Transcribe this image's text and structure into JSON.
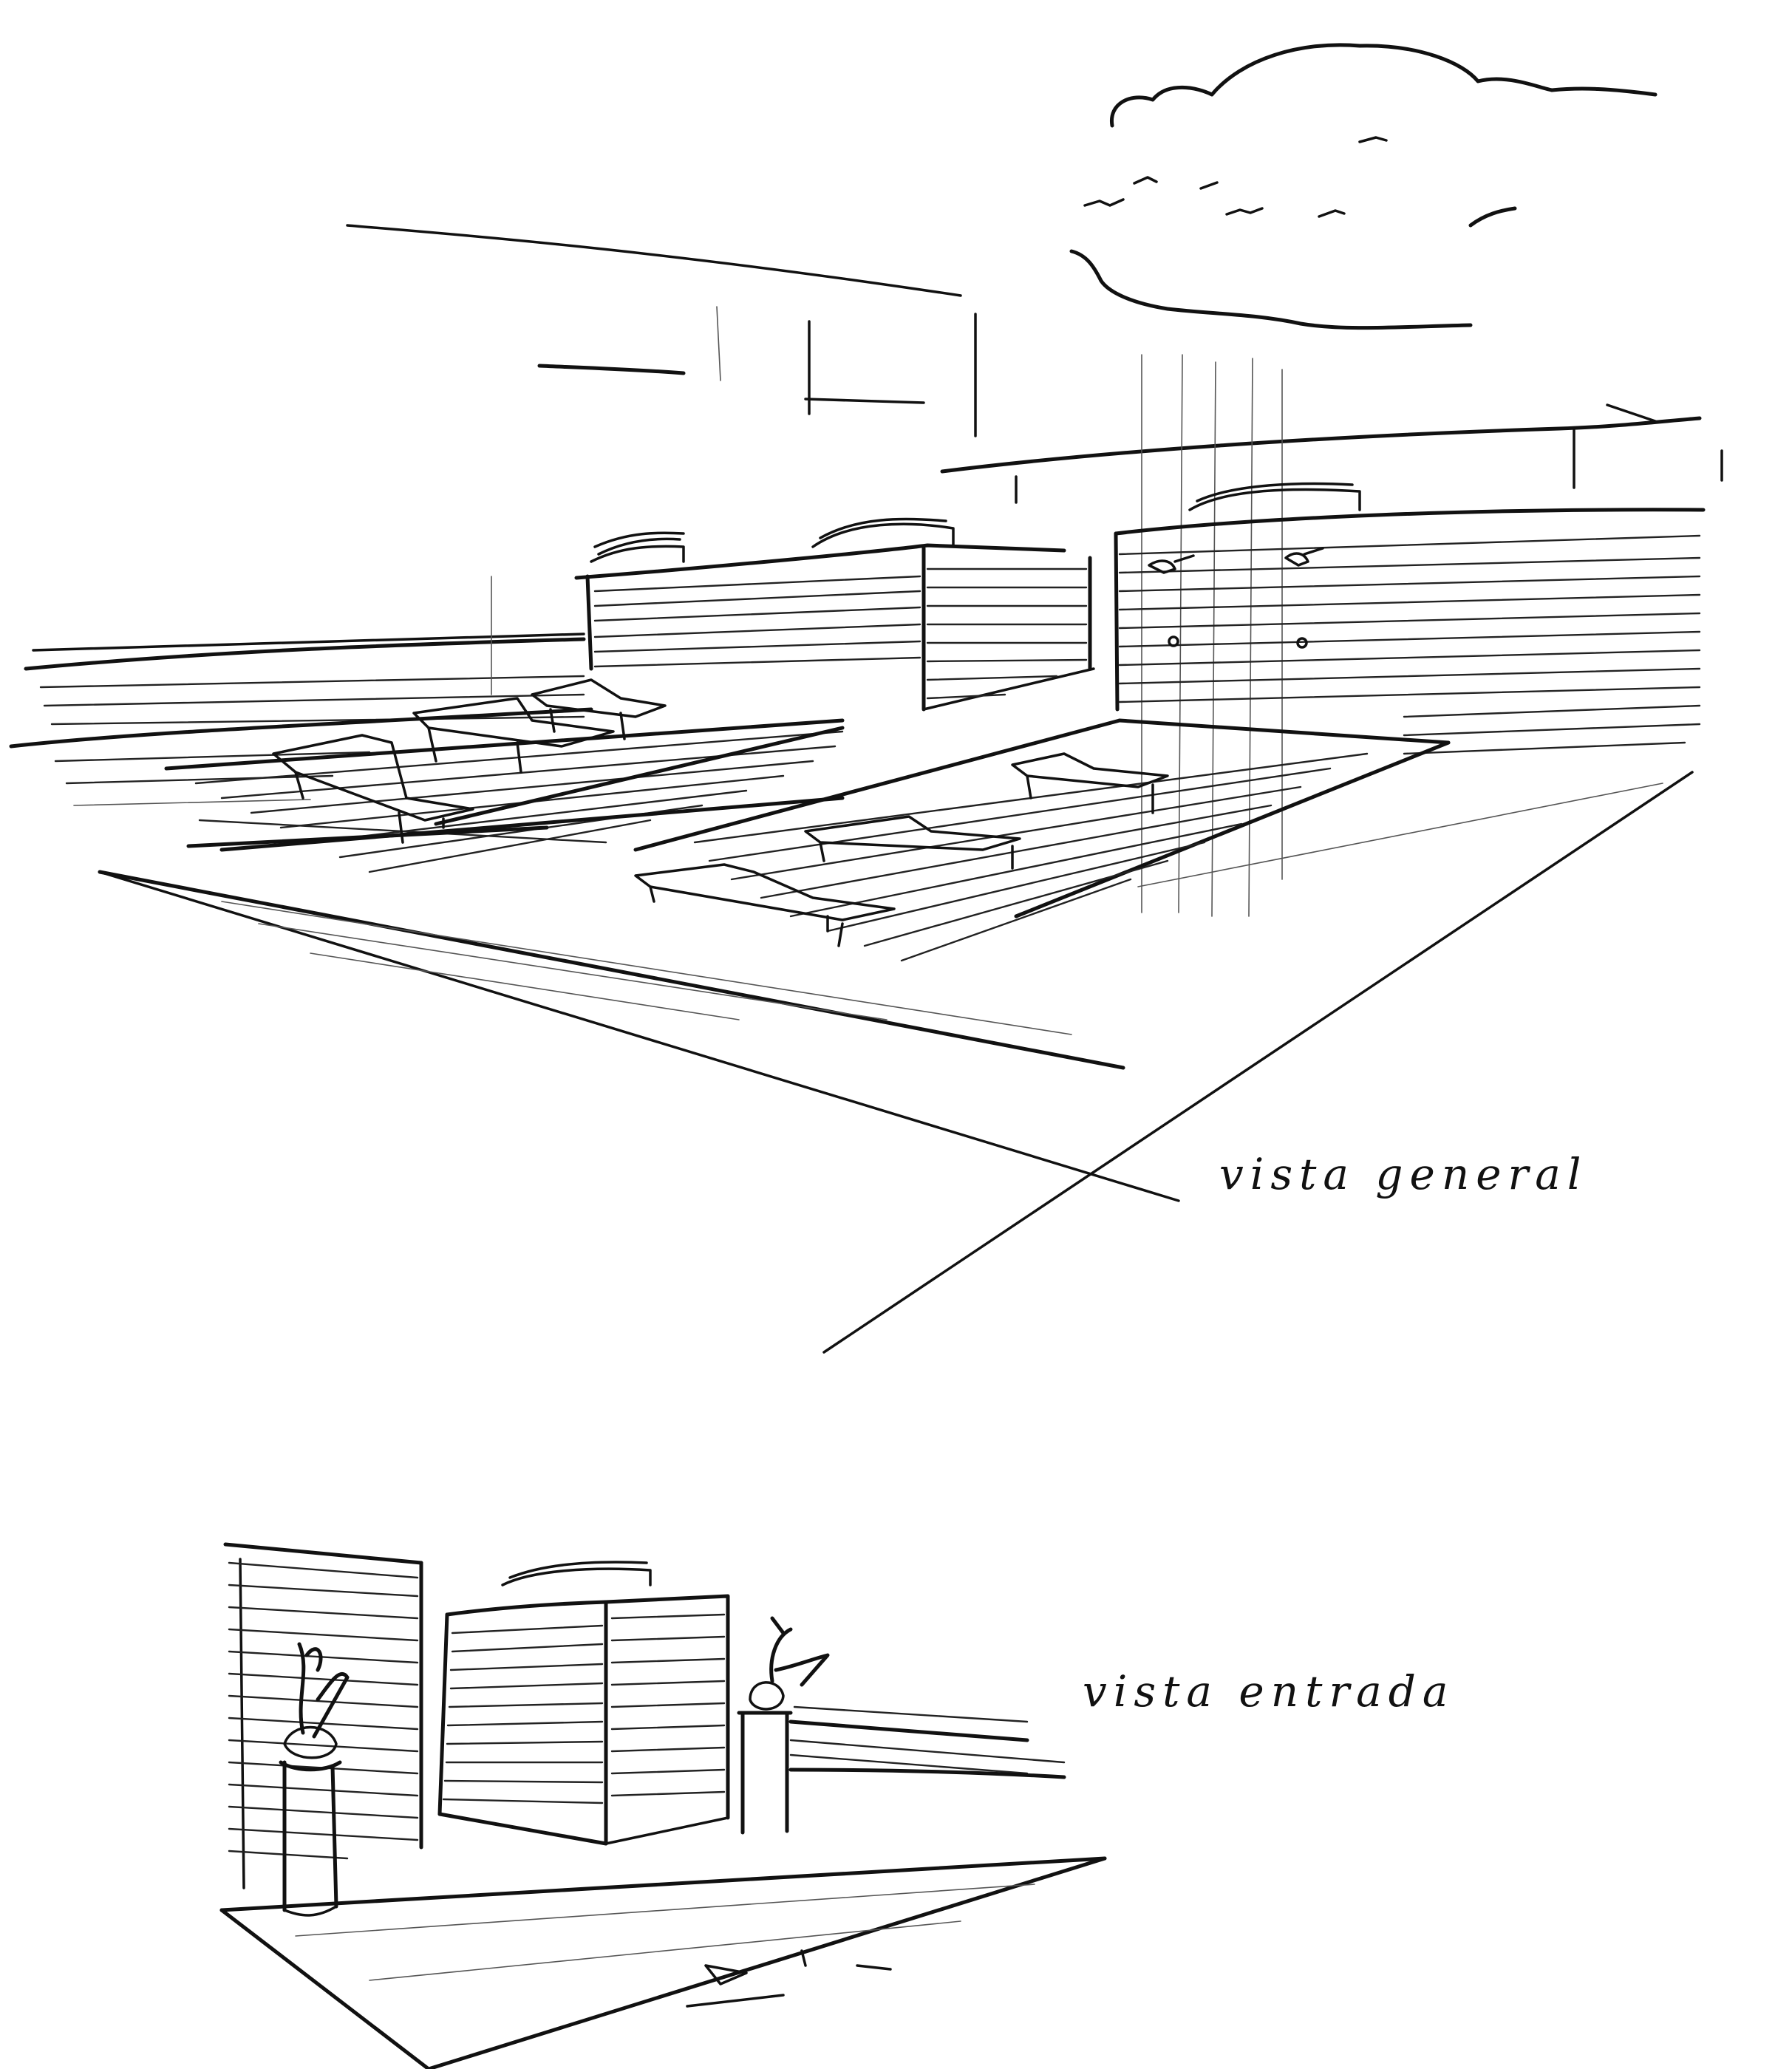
{
  "drawing": {
    "title": "",
    "medium": "hand-drawn pen sketch",
    "ink_color": "#111111",
    "paper_color": "#ffffff"
  },
  "views": [
    {
      "id": "general",
      "caption": "vista general"
    },
    {
      "id": "entrada",
      "caption": "vista entrada"
    }
  ]
}
